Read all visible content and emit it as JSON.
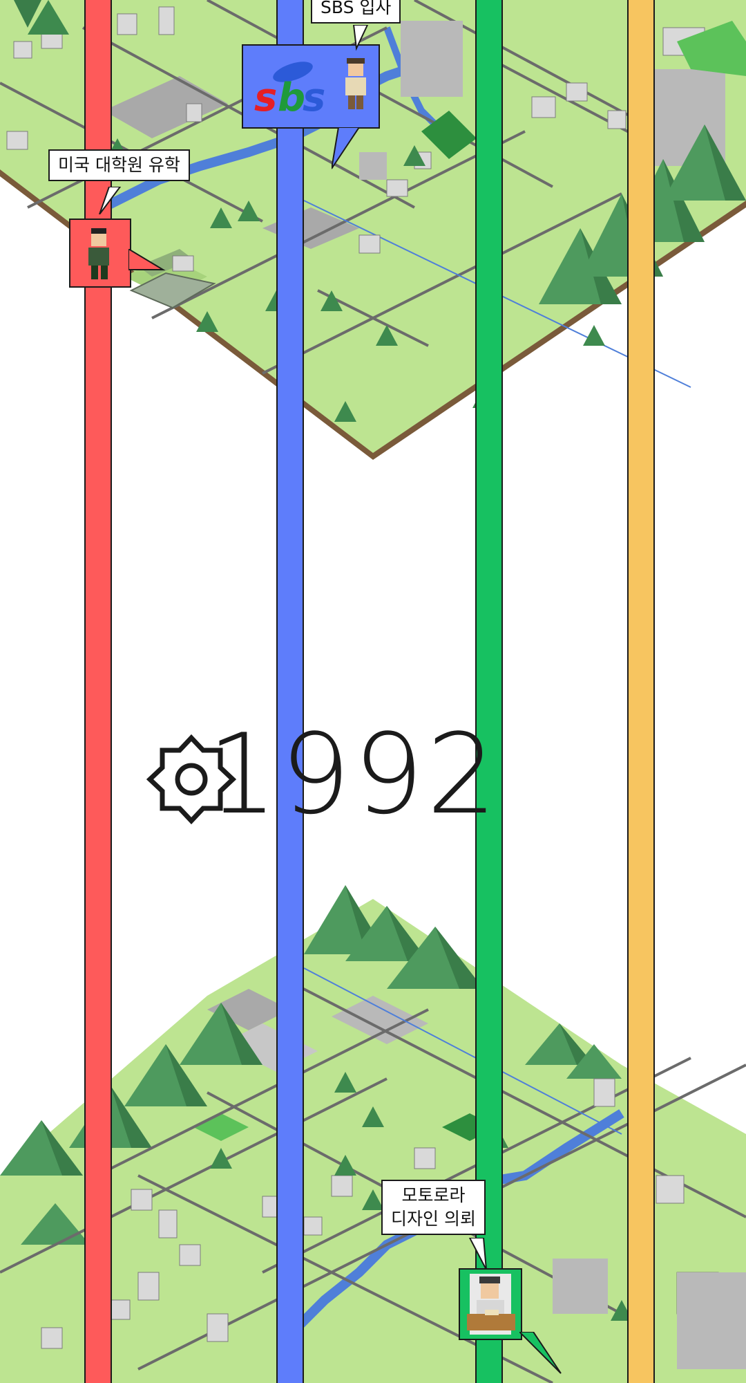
{
  "year": {
    "label": "1992",
    "icon": "sun-gear-icon"
  },
  "colors": {
    "grass": "#bde491",
    "grass_dark": "#a7d37c",
    "mountain": "#4e9a5e",
    "mountain_dark": "#3a7d49",
    "road": "#6b6b6b",
    "river": "#4f7fd9",
    "lane_red": "#fe5a5a",
    "lane_blue": "#5e7dfb",
    "lane_green": "#17c161",
    "lane_yellow": "#f7c560"
  },
  "events": [
    {
      "id": "us-grad-school",
      "text": "미국 대학원 유학",
      "lane": "red"
    },
    {
      "id": "sbs-join",
      "text": "SBS 입사",
      "lane": "blue",
      "logo": "sbs"
    },
    {
      "id": "motorola-design",
      "text_line1": "모토로라",
      "text_line2": "디자인 의뢰",
      "lane": "green"
    }
  ]
}
